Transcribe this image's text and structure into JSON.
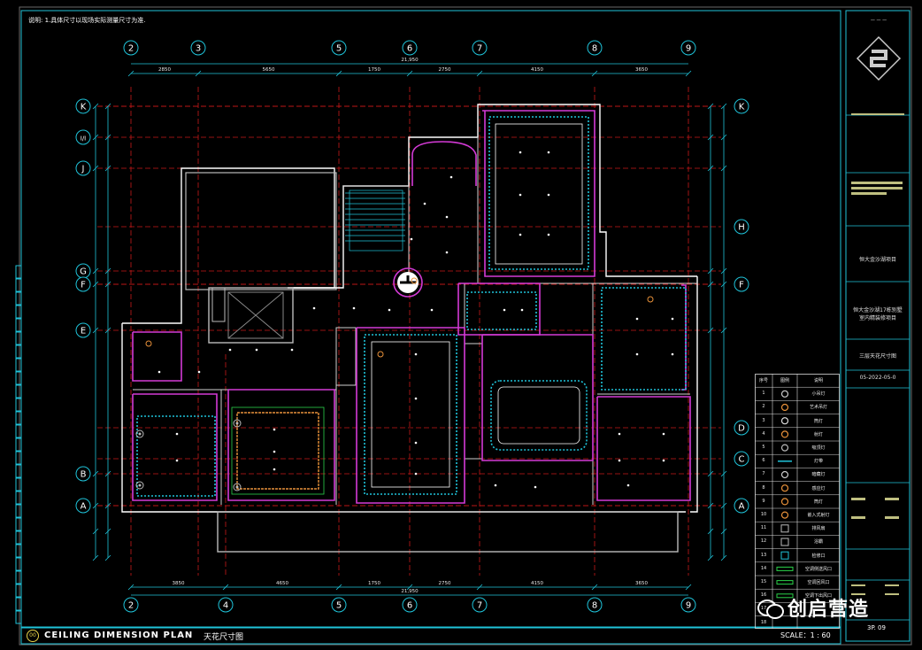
{
  "note": "说明: 1.具体尺寸以现场实际测量尺寸为准.",
  "axes_top": [
    "2",
    "3",
    "5",
    "6",
    "7",
    "8",
    "9"
  ],
  "axes_bottom": [
    "2",
    "4",
    "5",
    "6",
    "7",
    "8",
    "9"
  ],
  "axes_left": [
    "K",
    "I/I",
    "J",
    "G",
    "F",
    "E",
    "B",
    "A"
  ],
  "axes_right": [
    "K",
    "H",
    "F",
    "D",
    "C",
    "A"
  ],
  "dims_top": [
    "2850",
    "5650",
    "1750",
    "2750",
    "4150",
    "3650"
  ],
  "dims_top_total": "21,950",
  "dims_bottom": [
    "3850",
    "4650",
    "1750",
    "2750",
    "4150",
    "3650"
  ],
  "dims_bottom_total": "21,950",
  "title_en": "CEILING DIMENSION PLAN",
  "title_cn": "天花尺寸图",
  "title_badge": "00",
  "scale": "SCALE：1 : 60",
  "tb_project_1": "恒大金沙湖项目",
  "tb_project_2": "恒大金沙湖17栋别墅\n室内精装修项目",
  "tb_drawing": "三层天花尺寸图",
  "tb_date": "05-2022-05-0",
  "sheet": "3P. 09",
  "watermark": "创启营造",
  "legend": {
    "header": [
      "序号",
      "图例",
      "说明"
    ],
    "rows": [
      {
        "n": "1",
        "d": "小吊灯"
      },
      {
        "n": "2",
        "d": "艺术吊灯"
      },
      {
        "n": "3",
        "d": "筒灯"
      },
      {
        "n": "4",
        "d": "射灯"
      },
      {
        "n": "5",
        "d": "吸顶灯"
      },
      {
        "n": "6",
        "d": "灯带"
      },
      {
        "n": "7",
        "d": "暗藏灯"
      },
      {
        "n": "8",
        "d": "感应灯"
      },
      {
        "n": "9",
        "d": "筒灯"
      },
      {
        "n": "10",
        "d": "嵌入式射灯"
      },
      {
        "n": "11",
        "d": "排风扇"
      },
      {
        "n": "12",
        "d": "浴霸"
      },
      {
        "n": "13",
        "d": "检修口"
      },
      {
        "n": "14",
        "d": "空调侧送风口"
      },
      {
        "n": "15",
        "d": "空调回风口"
      },
      {
        "n": "16",
        "d": "空调下出风口"
      },
      {
        "n": "17",
        "d": ""
      },
      {
        "n": "18",
        "d": ""
      }
    ]
  },
  "colors": {
    "cyan": "#1fc3d9",
    "magenta": "#d43ad6",
    "white": "#ffffff",
    "red": "#d12020",
    "orange": "#e8913a",
    "yellow": "#e8d34a",
    "green": "#2bd24a"
  }
}
